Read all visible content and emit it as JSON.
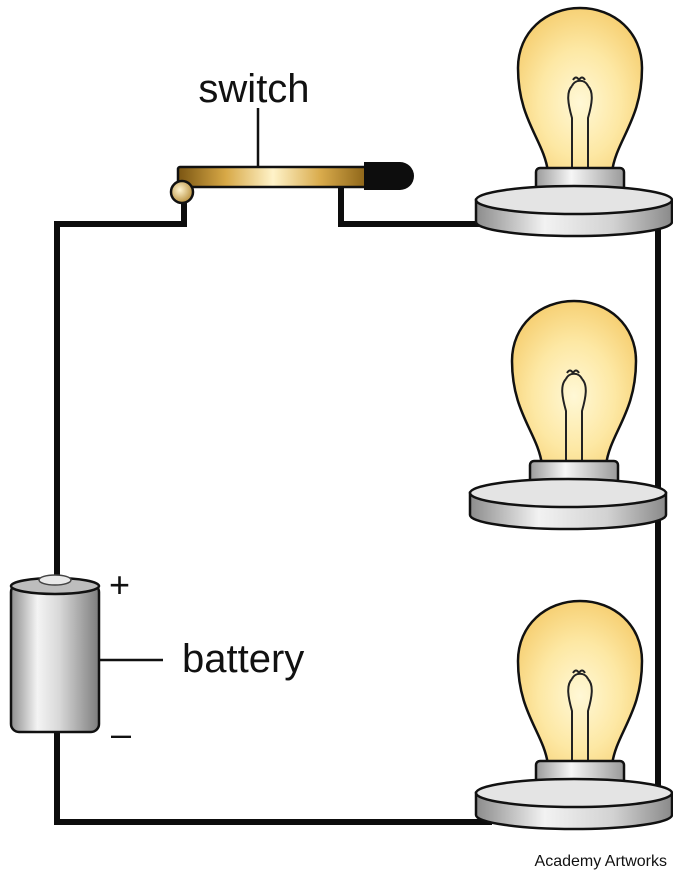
{
  "labels": {
    "switch": "switch",
    "battery": "battery",
    "positive": "+",
    "negative": "–"
  },
  "credit": "Academy Artworks",
  "components": {
    "bulb_count": 3,
    "battery_count": 1,
    "switch_count": 1
  },
  "colors": {
    "wire": "#0d0d0d",
    "bulb_glass": "#fde8a4",
    "switch_metal": "#c99a3b",
    "battery_body": "#cfcfcf"
  }
}
